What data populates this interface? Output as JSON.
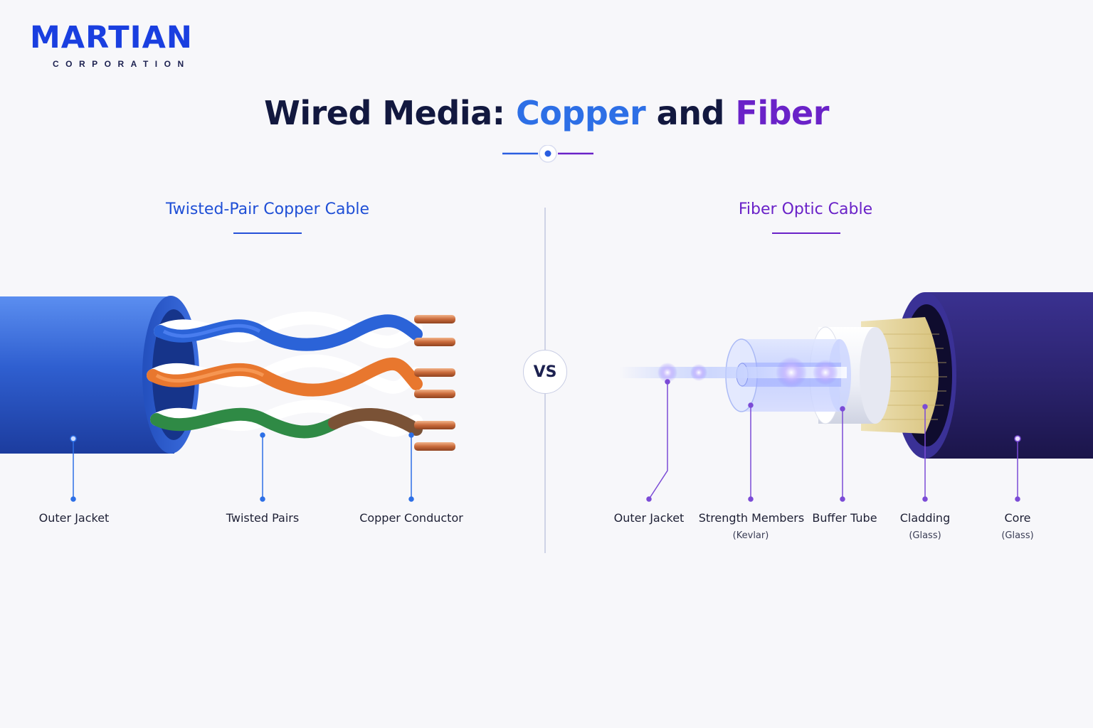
{
  "logo": {
    "name": "MARTIAN",
    "tagline": "CORPORATION"
  },
  "title": {
    "part1": "Wired Media: ",
    "copper": "Copper",
    "part2": " and ",
    "fiber": "Fiber"
  },
  "copper_section": {
    "title": "Twisted-Pair Copper Cable",
    "labels": [
      {
        "text": "Outer Jacket"
      },
      {
        "text": "Twisted Pairs"
      },
      {
        "text": "Copper Conductor"
      }
    ]
  },
  "vs": "VS",
  "fiber_section": {
    "title": "Fiber Optic Cable",
    "labels": [
      {
        "text": "Outer Jacket",
        "sub": ""
      },
      {
        "text": "Strength Members",
        "sub": "(Kevlar)"
      },
      {
        "text": "Buffer Tube",
        "sub": ""
      },
      {
        "text": "Cladding",
        "sub": "(Glass)"
      },
      {
        "text": "Core",
        "sub": "(Glass)"
      }
    ]
  },
  "colors": {
    "brand_blue": "#1a3fe0",
    "copper_accent": "#2d6fe6",
    "fiber_accent": "#6a22c8",
    "copper_jacket": "#2f5fd0",
    "fiber_jacket": "#2c2470"
  }
}
